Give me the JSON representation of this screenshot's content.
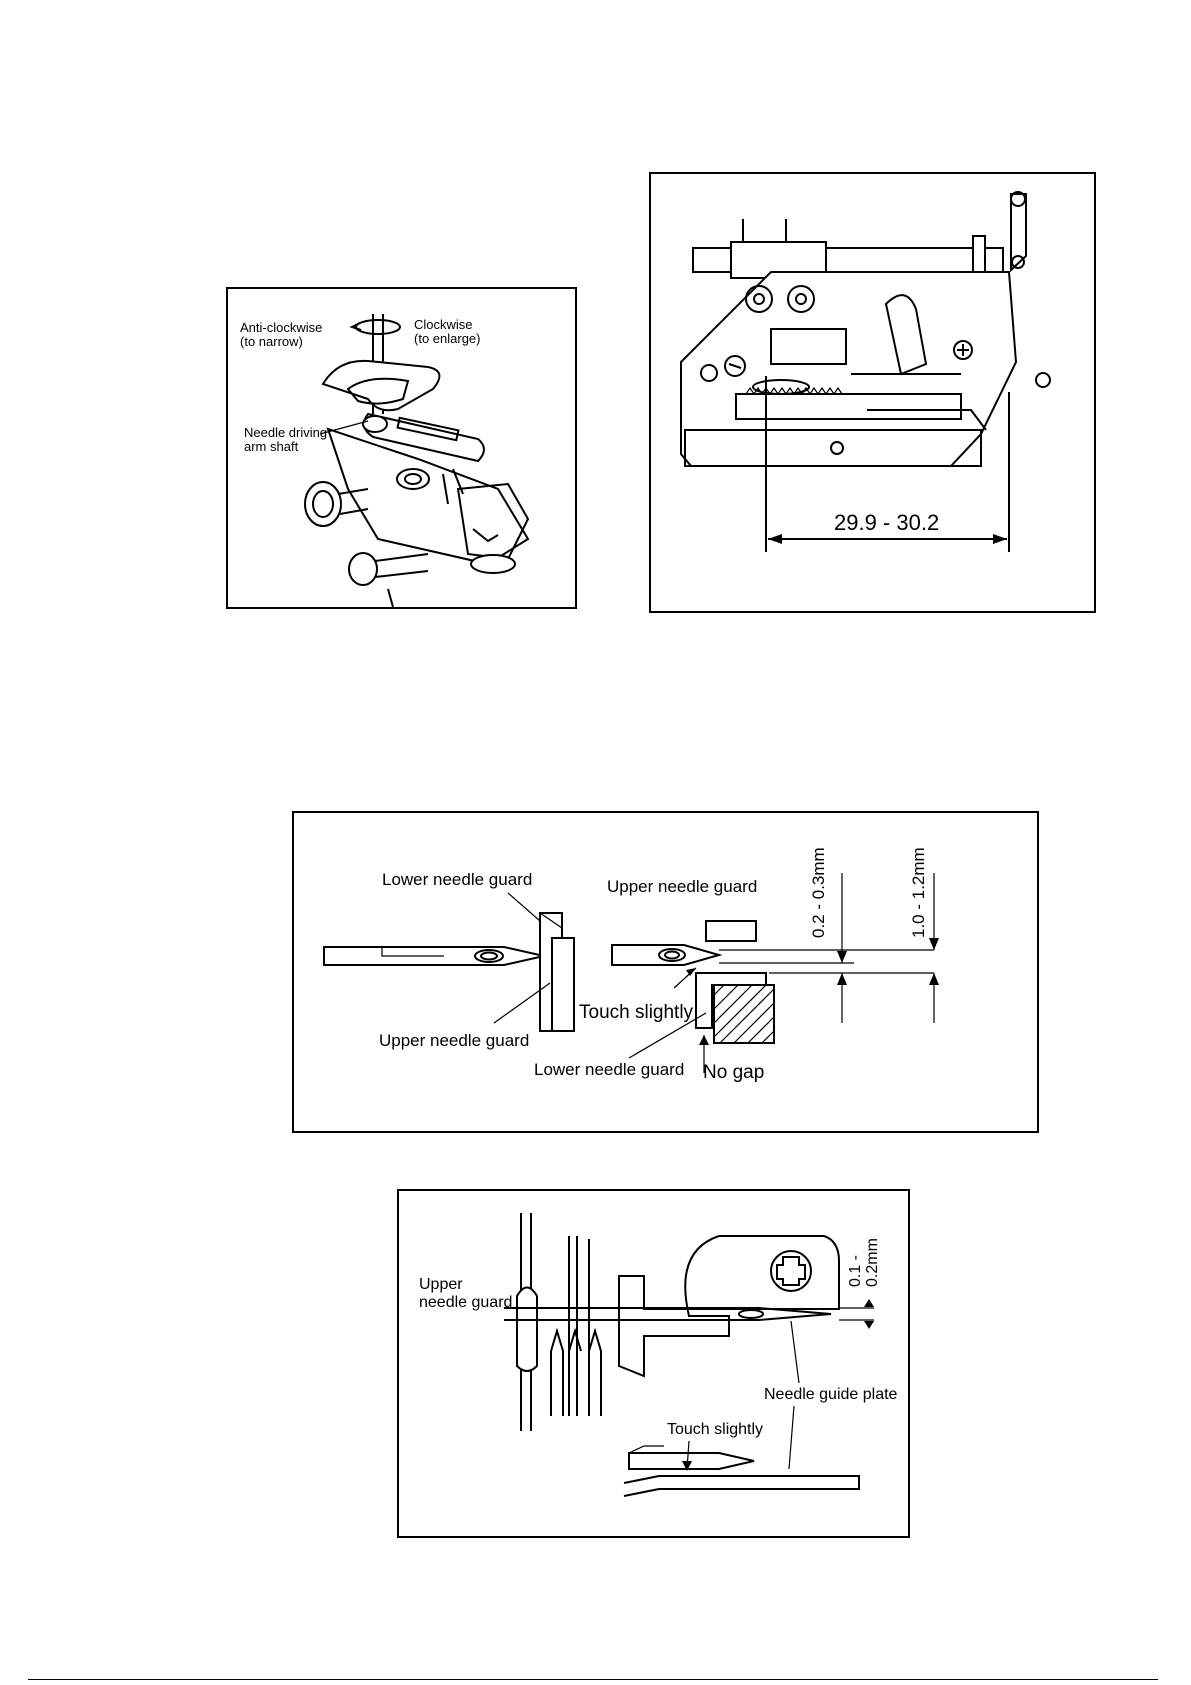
{
  "fig1": {
    "anticlockwise": [
      "Anti-clockwise",
      "(to narrow)"
    ],
    "clockwise": [
      "Clockwise",
      "(to enlarge)"
    ],
    "shaft": [
      "Needle driving",
      "arm shaft"
    ]
  },
  "fig2": {
    "dimension": "29.9 - 30.2"
  },
  "fig3": {
    "lower_guard_top": "Lower needle guard",
    "upper_guard_left": "Upper needle guard",
    "upper_guard_right": "Upper needle guard",
    "touch": "Touch slightly",
    "lower_guard_bottom": "Lower needle guard",
    "no_gap": "No gap",
    "dim_small": "0.2 - 0.3mm",
    "dim_large": "1.0 - 1.2mm"
  },
  "fig4": {
    "upper_guard": [
      "Upper",
      "needle guard"
    ],
    "dim": [
      "0.1 -",
      "0.2mm"
    ],
    "guide_plate": "Needle guide plate",
    "touch": "Touch slightly"
  }
}
